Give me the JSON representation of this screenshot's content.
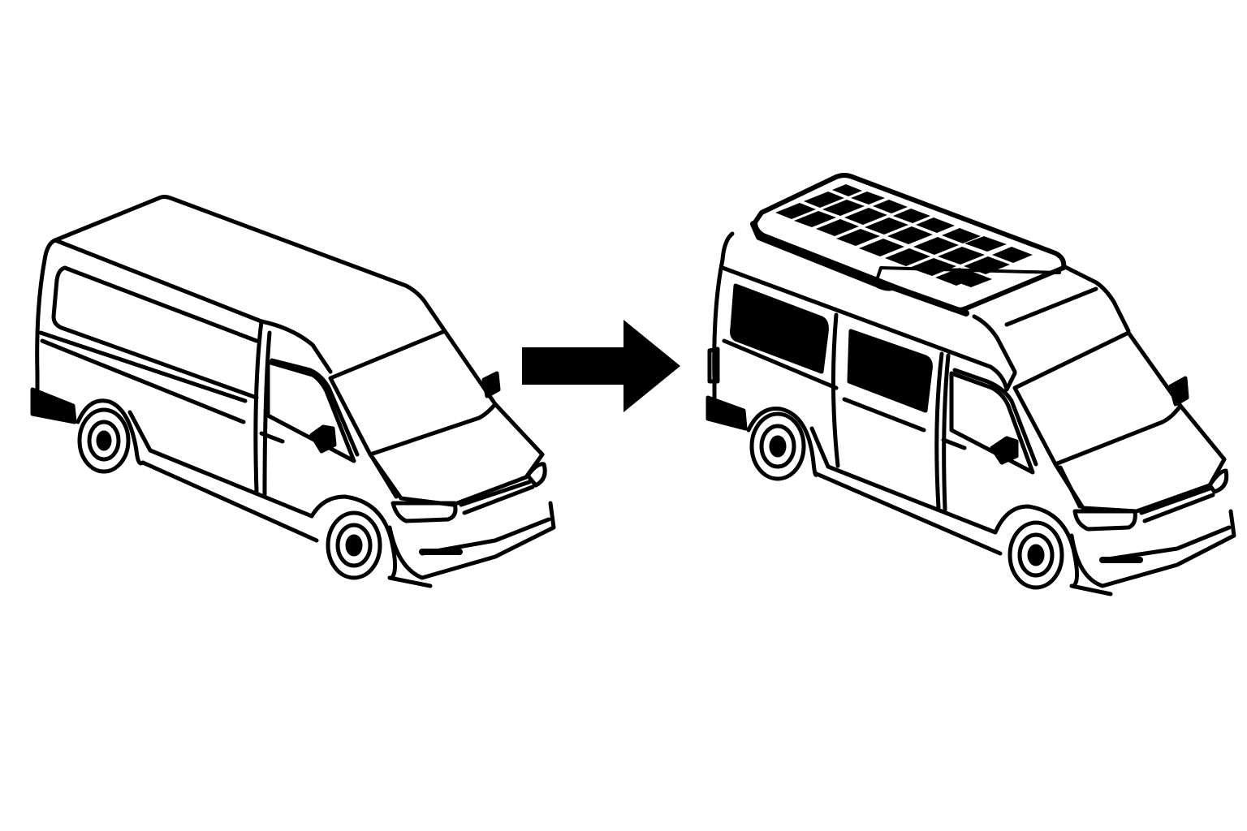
{
  "diagram": {
    "type": "before-after illustration",
    "style": "black line art on white",
    "colors": {
      "stroke": "#000000",
      "background": "#ffffff"
    },
    "before": {
      "label": "Plain cargo van",
      "features": [
        "side door",
        "no windows",
        "no roof accessories"
      ]
    },
    "transition": {
      "icon": "right-arrow-icon"
    },
    "after": {
      "label": "Camper van conversion",
      "features": [
        "roof-mounted solar panel",
        "two side windows",
        "sliding door"
      ],
      "solar_panel": {
        "rows": 3,
        "columns": 8
      }
    }
  }
}
